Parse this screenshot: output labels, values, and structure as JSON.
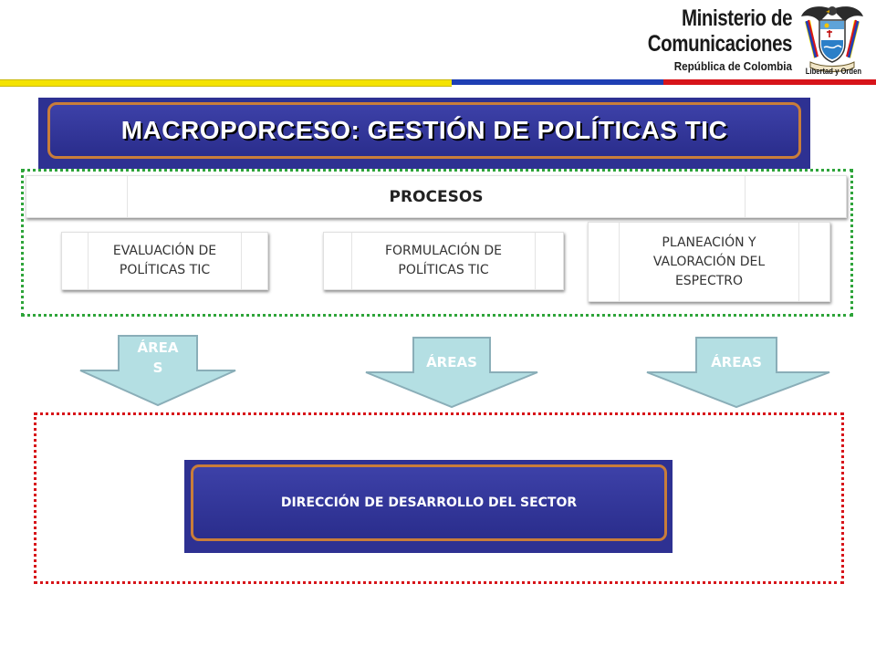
{
  "header": {
    "ministry_line1": "Ministerio de",
    "ministry_line2": "Comunicaciones",
    "ministry_line3": "República de Colombia",
    "crest_label": "Libertad y Orden",
    "crest_icon": "colombia-coat-of-arms-icon",
    "stripe_colors": [
      "#f4e300",
      "#1f3fb4",
      "#d7141a"
    ]
  },
  "title": "MACROPORCESO: GESTIÓN DE POLÍTICAS TIC",
  "procesos": {
    "header": "PROCESOS",
    "items": [
      {
        "line1": "EVALUACIÓN DE",
        "line2": "POLÍTICAS TIC"
      },
      {
        "line1": "FORMULACIÓN DE",
        "line2": "POLÍTICAS TIC"
      },
      {
        "line1": "PLANEACIÓN Y",
        "line2": "VALORACIÓN DEL",
        "line3": "ESPECTRO"
      }
    ]
  },
  "arrows": [
    {
      "line1": "ÁREA",
      "line2": "S"
    },
    {
      "label": "ÁREAS"
    },
    {
      "label": "ÁREAS"
    }
  ],
  "direccion": "DIRECCIÓN DE DESARROLLO DEL SECTOR",
  "colors": {
    "title_band": "#2e3192",
    "title_border": "#c97d3a",
    "arrow_fill": "#b4dfe3",
    "arrow_stroke": "#8aaeb8",
    "procesos_border": "#2ea43a",
    "direccion_border": "#d7141a"
  }
}
